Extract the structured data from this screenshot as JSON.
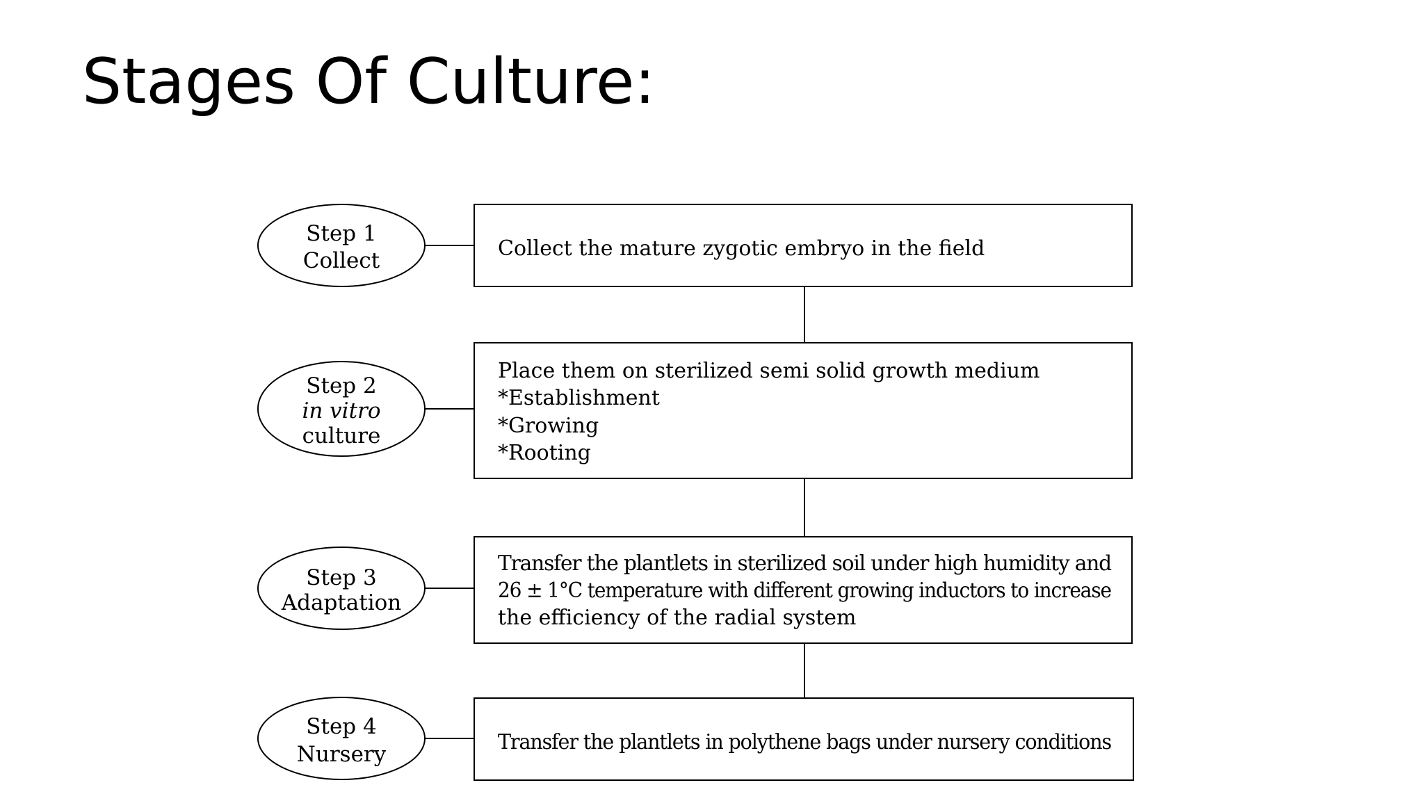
{
  "slide": {
    "title": "Stages Of Culture:"
  },
  "steps": [
    {
      "step_label": "Step 1",
      "stage_name": "Collect",
      "description_lines": [
        "Collect the mature zygotic embryo in the field"
      ]
    },
    {
      "step_label": "Step 2",
      "stage_name_line1": "in vitro",
      "stage_name_line2": "culture",
      "description_lines": [
        "Place them on sterilized semi solid growth medium",
        "*Establishment",
        "*Growing",
        "*Rooting"
      ]
    },
    {
      "step_label": "Step 3",
      "stage_name": "Adaptation",
      "description_lines": [
        "Transfer the plantlets in sterilized soil under high humidity and",
        "26 ± 1°C temperature with different growing inductors to increase",
        "the efficiency of the radial system"
      ]
    },
    {
      "step_label": "Step 4",
      "stage_name": "Nursery",
      "description_lines": [
        "Transfer the plantlets in polythene bags under nursery conditions"
      ]
    }
  ]
}
